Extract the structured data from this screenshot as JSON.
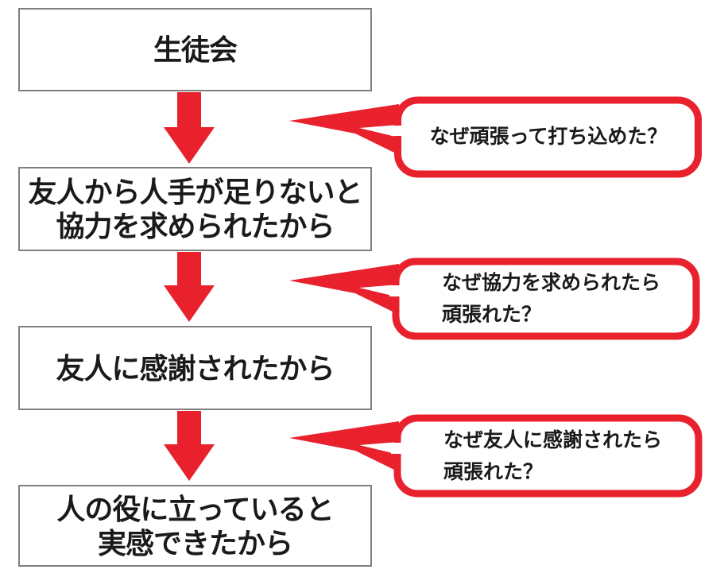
{
  "flow": {
    "boxes": [
      {
        "lines": [
          "生徒会"
        ]
      },
      {
        "lines": [
          "友人から人手が足りないと",
          "協力を求められたから"
        ]
      },
      {
        "lines": [
          "友人に感謝されたから"
        ]
      },
      {
        "lines": [
          "人の役に立っていると",
          "実感できたから"
        ]
      }
    ],
    "callouts": [
      {
        "lines": [
          "なぜ頑張って打ち込めた？"
        ]
      },
      {
        "lines": [
          "なぜ協力を求められたら",
          "頑張れた？"
        ]
      },
      {
        "lines": [
          "なぜ友人に感謝されたら",
          "頑張れた？"
        ]
      }
    ]
  },
  "colors": {
    "arrow_red": "#e8212d",
    "callout_red": "#e8212d",
    "box_border": "#7f7f7f",
    "text": "#1a1a1a",
    "bg": "#ffffff"
  }
}
